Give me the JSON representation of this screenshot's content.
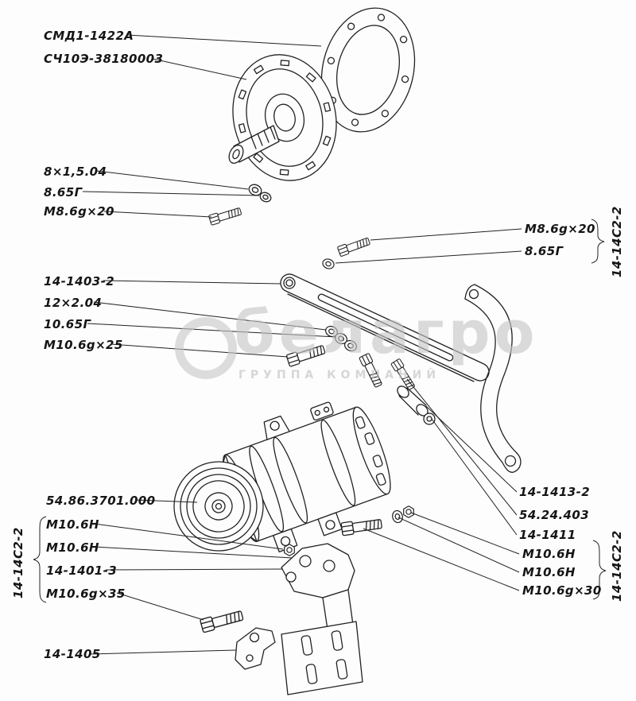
{
  "watermark": {
    "brand": "белагро",
    "subtitle": "ГРУППА КОМПАНИЙ"
  },
  "callouts": [
    {
      "text": "СМД1-1422А"
    },
    {
      "text": "СЧ10Э-38180003"
    },
    {
      "text": "8×1,5.04"
    },
    {
      "text": "8.65Г"
    },
    {
      "text": "М8.6g×20"
    },
    {
      "text": "14-1403-2"
    },
    {
      "text": "12×2.04"
    },
    {
      "text": "10.65Г"
    },
    {
      "text": "М10.6g×25"
    },
    {
      "text": "54.86.3701.000"
    },
    {
      "text": "М10.6Н"
    },
    {
      "text": "М10.6Н"
    },
    {
      "text": "14-1401-3"
    },
    {
      "text": "М10.6g×35"
    },
    {
      "text": "14-1405"
    },
    {
      "text": "М8.6g×20"
    },
    {
      "text": "8.65Г"
    },
    {
      "text": "14-1413-2"
    },
    {
      "text": "54.24.403"
    },
    {
      "text": "14-1411"
    },
    {
      "text": "М10.6Н"
    },
    {
      "text": "М10.6Н"
    },
    {
      "text": "М10.6g×30"
    }
  ],
  "group_labels": {
    "left": "14-14С2-2",
    "right_top": "14-14С2-2",
    "right_bottom": "14-14С2-2"
  }
}
